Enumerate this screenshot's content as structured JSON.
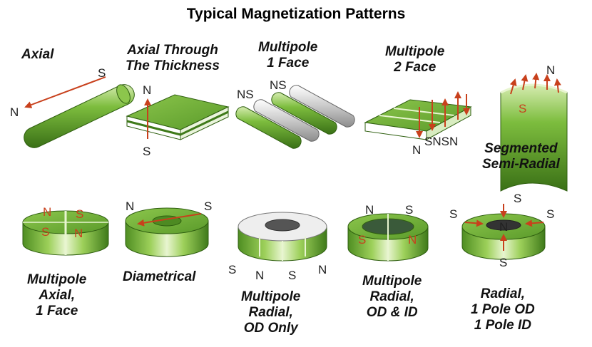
{
  "title": "Typical Magnetization Patterns",
  "labels": {
    "axial": "Axial",
    "axial_thickness_1": "Axial Through",
    "axial_thickness_2": "The Thickness",
    "mp1_1": "Multipole",
    "mp1_2": "1 Face",
    "mp2_1": "Multipole",
    "mp2_2": "2 Face",
    "seg_1": "Segmented",
    "seg_2": "Semi-Radial",
    "mpa_1": "Multipole",
    "mpa_2": "Axial,",
    "mpa_3": "1 Face",
    "diam": "Diametrical",
    "mpr_1": "Multipole",
    "mpr_2": "Radial,",
    "mpr_3": "OD Only",
    "mpro_1": "Multipole",
    "mpro_2": "Radial,",
    "mpro_3": "OD & ID",
    "rad_1": "Radial,",
    "rad_2": "1 Pole OD",
    "rad_3": "1 Pole ID"
  },
  "poles": {
    "n": "N",
    "s": "S",
    "ns": "NS",
    "snsn": "SNSN"
  },
  "colors": {
    "green": "#6aa832",
    "dark_green": "#3f7a1a",
    "light_green": "#b9dc7d",
    "arrow": "#c8401c"
  }
}
